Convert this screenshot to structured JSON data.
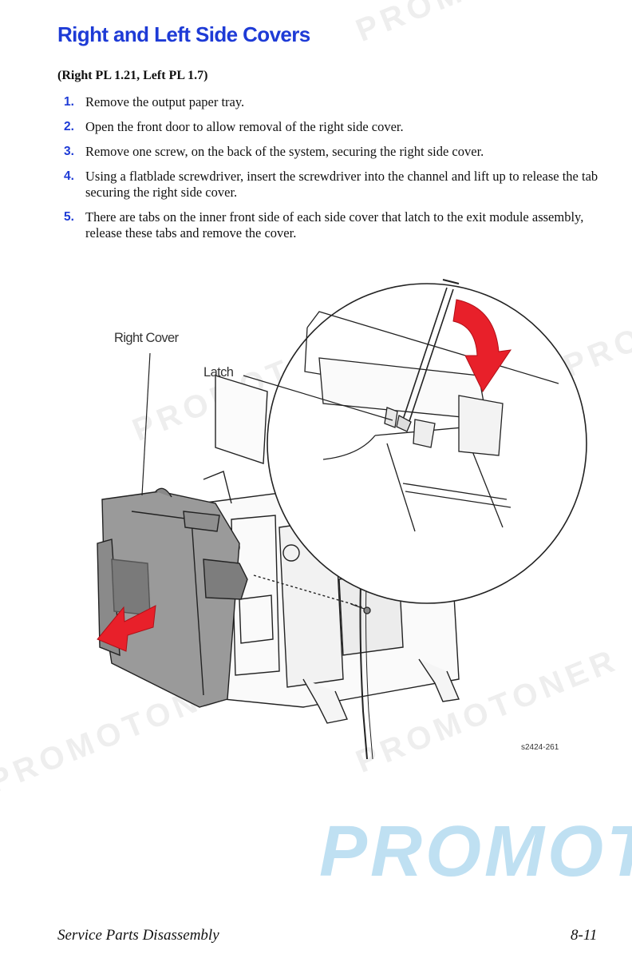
{
  "header": {
    "title": "Right and Left Side Covers",
    "subtitle": "(Right PL 1.21, Left PL 1.7)"
  },
  "steps": [
    {
      "num": "1.",
      "text": "Remove the output paper tray."
    },
    {
      "num": "2.",
      "text": "Open the front door to allow removal of the right side cover."
    },
    {
      "num": "3.",
      "text": "Remove one screw, on the back of the system, securing the right side cover."
    },
    {
      "num": "4.",
      "text": "Using a flatblade screwdriver, insert the screwdriver into the channel and lift up to release the tab securing the right side cover."
    },
    {
      "num": "5.",
      "text": "There are tabs on the inner front side of each side cover that latch to the exit module assembly, release these tabs and remove the cover."
    }
  ],
  "figure": {
    "label_right_cover": "Right Cover",
    "label_latch": "Latch",
    "figure_id": "s2424-261"
  },
  "watermark": {
    "text": "PROMOTONER"
  },
  "footer": {
    "section": "Service Parts Disassembly",
    "page": "8-11"
  },
  "colors": {
    "heading_blue": "#1e3bd6",
    "arrow_red": "#e8202a",
    "cover_gray": "#9a9a9a",
    "watermark_blue": "#bfe0f2"
  }
}
